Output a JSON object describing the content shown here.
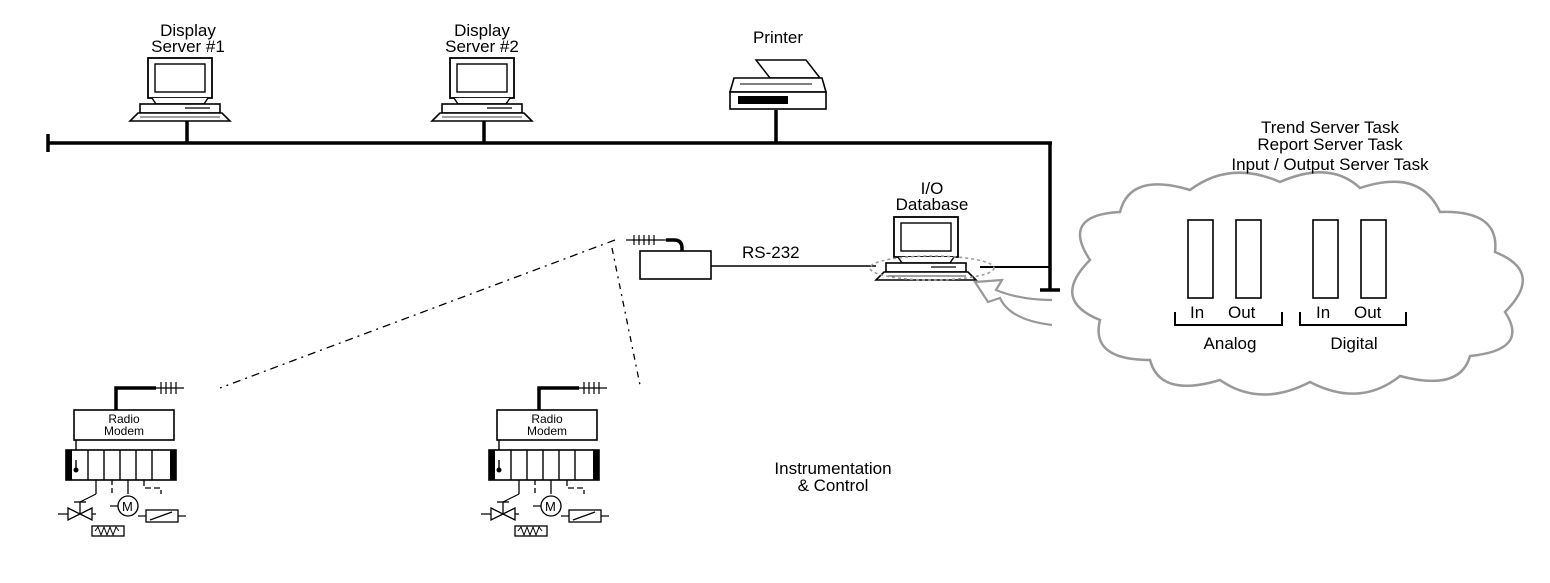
{
  "labels": {
    "display_server_1": [
      "Display",
      "Server #1"
    ],
    "display_server_2": [
      "Display",
      "Server #2"
    ],
    "printer": "Printer",
    "io_database": [
      "I/O",
      "Database"
    ],
    "rs232": "RS-232",
    "tasks": [
      "Trend Server Task",
      "Report Server Task",
      "Input / Output Server Task"
    ],
    "analog_in": "In",
    "analog_out": "Out",
    "digital_in": "In",
    "digital_out": "Out",
    "analog": "Analog",
    "digital": "Digital",
    "instrumentation": [
      "Instrumentation",
      "& Control"
    ],
    "radio_modem_1": [
      "Radio",
      "Modem"
    ],
    "radio_modem_2": [
      "Radio",
      "Modem"
    ]
  },
  "colors": {
    "line": "#000000",
    "cloud_outline": "#999999",
    "background": "#ffffff"
  }
}
